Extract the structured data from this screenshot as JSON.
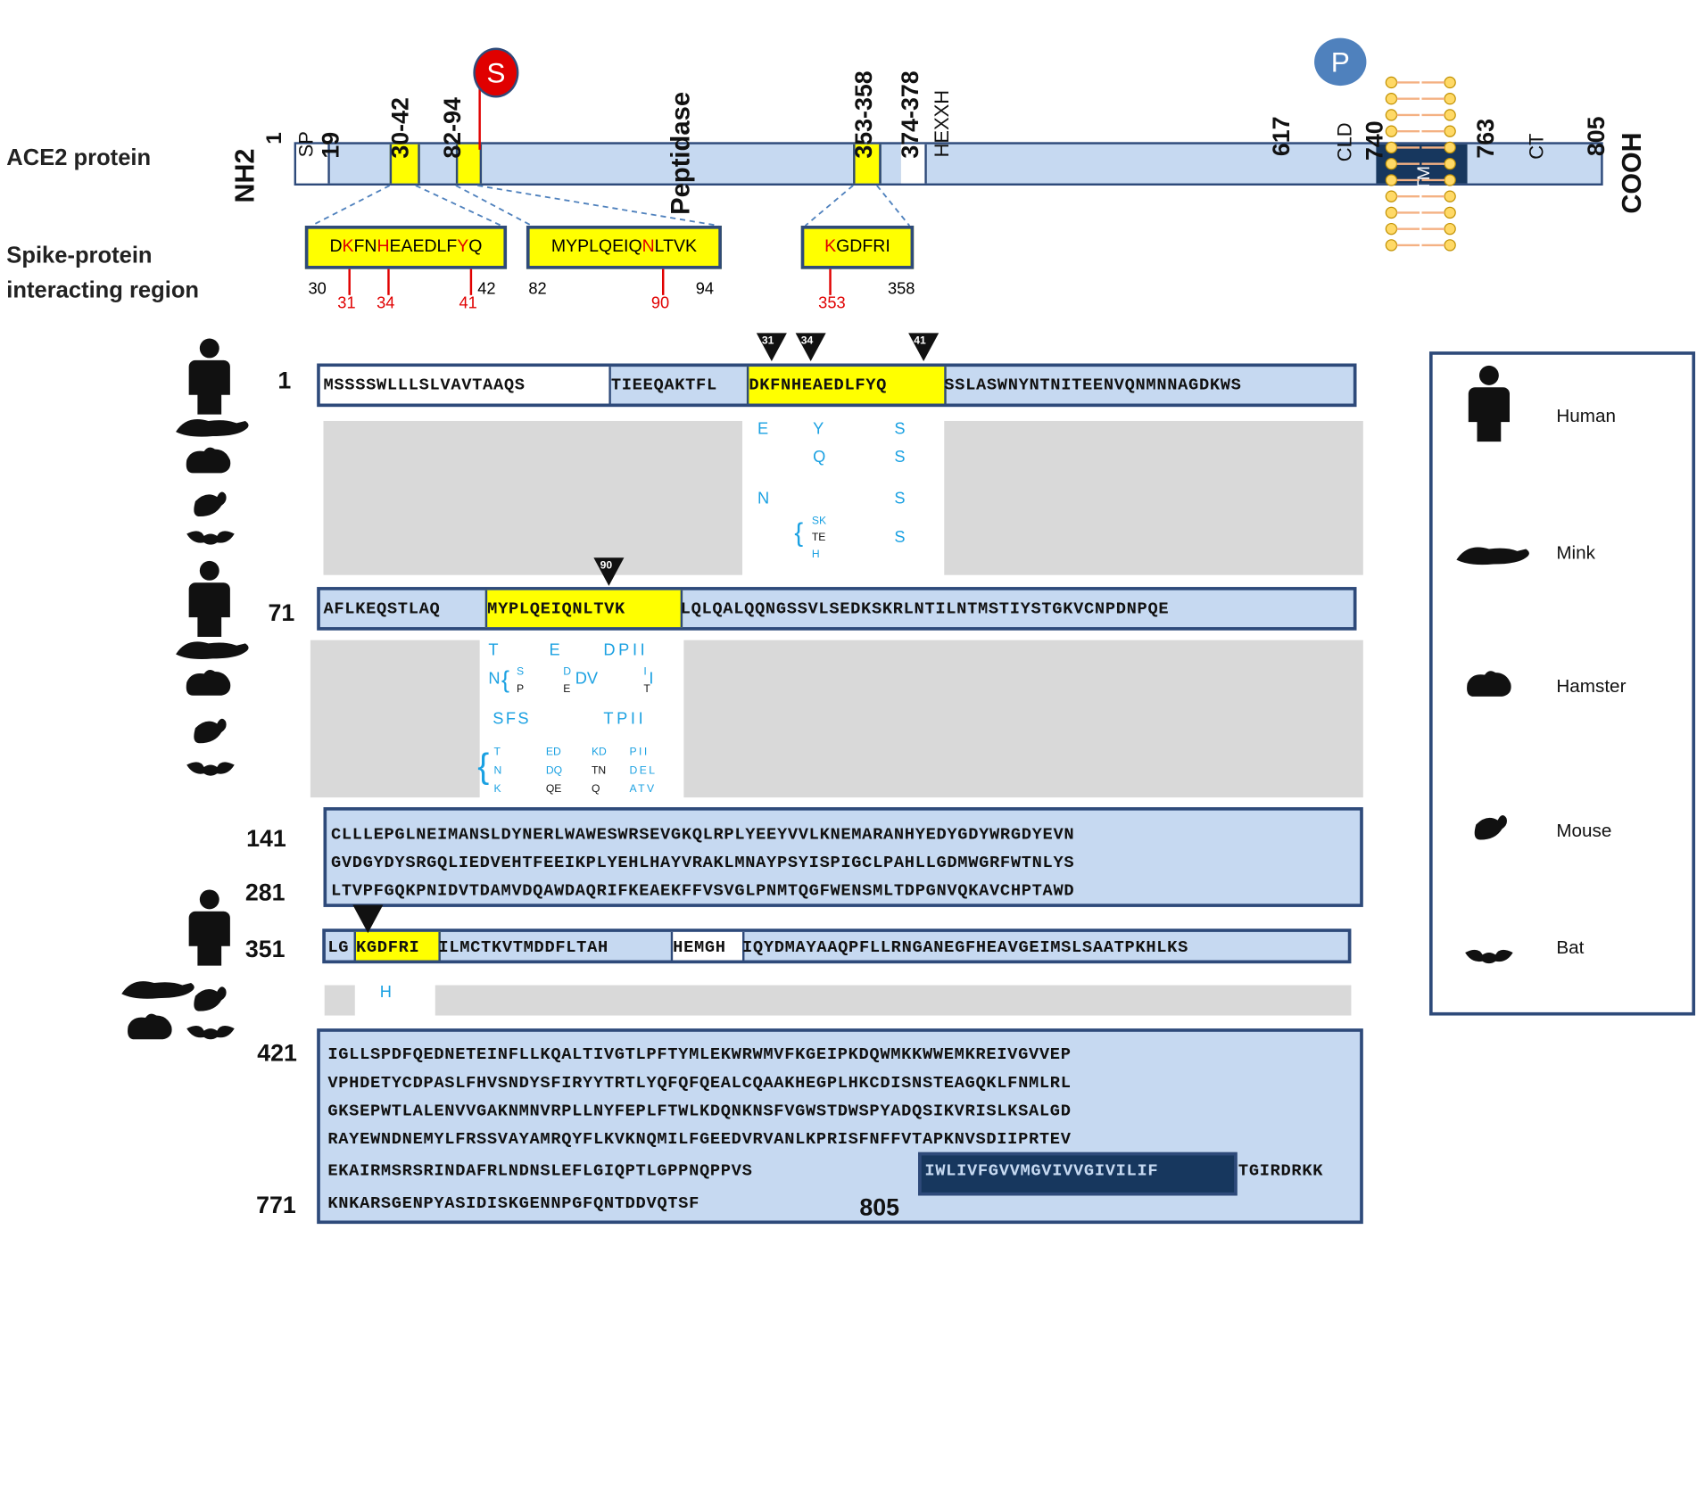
{
  "labels": {
    "protein": "ACE2 protein",
    "spike_line1": "Spike-protein",
    "spike_line2": "interacting region",
    "nh2": "NH2",
    "cooh": "COOH"
  },
  "domain_labels": {
    "p1": "1",
    "sp": "SP",
    "p19": "19",
    "p30_42": "30-42",
    "p82_94": "82-94",
    "peptidase": "Peptidase",
    "p353_358": "353-358",
    "p374_378": "374-378",
    "hexxh": "HEXXH",
    "p617": "617",
    "cld": "CLD",
    "p740": "740",
    "p763": "763",
    "ct": "CT",
    "p805": "805",
    "tm": "TM",
    "s_badge": "S",
    "p_badge": "P"
  },
  "regions": [
    {
      "seq": "DKFNHEAEDLFYQ",
      "start": "30",
      "end": "42",
      "marks": [
        "31",
        "34",
        "41"
      ]
    },
    {
      "seq": "MYPLQEIQNLTVK",
      "start": "82",
      "end": "94",
      "marks": [
        "90"
      ]
    },
    {
      "seq": "KGDFRI",
      "start": "353",
      "end": "358",
      "marks": [
        "353"
      ]
    }
  ],
  "row_numbers": {
    "r1": "1",
    "r71": "71",
    "r141": "141",
    "r281": "281",
    "r351": "351",
    "r421": "421",
    "r771": "771",
    "r805": "805"
  },
  "sequence": {
    "row1_a": "MSSSSWLLLSLVAVTAAQS",
    "row1_b": "TIEEQAKTFL",
    "row1_hl": "DKFNHEAEDLFYQ",
    "row1_c": "SSLASWNYNTNITEENVQNMNNAGDKWS",
    "row71_a": "AFLKEQSTLAQ",
    "row71_hl": "MYPLQEIQNLTVK",
    "row71_b": "LQLQALQQNGSSVLSEDKSKRLNTILNTMSTIYSTGKVCNPDNPQE",
    "block141": [
      "CLLLEPGLNEIMANSLDYNERLWAWESWRSEVGKQLRPLYEEYVVLKNEMARANHYEDYGDYWRGDYEVN",
      "GVDGYDYSRGQLIEDVEHTFEEIKPLYEHLHAYVRAKLMNAYPSYISPIGCLPAHLLGDMWGRFWTNLYS",
      "LTVPFGQKPNIDVTDAMVDQAWDAQRIFKEAEKFFVSVGLPNMTQGFWENSMLTDPGNVQKAVCHPTAWD"
    ],
    "row351_a": "LG",
    "row351_hl": "KGDFRI",
    "row351_b": "ILMCTKVTMDDFLTAH",
    "row351_w": "HEMGH",
    "row351_c": "IQYDMAYAAQPFLLRNGANEGFHEAVGEIMSLSAATPKHLKS",
    "block421": [
      "IGLLSPDFQEDNETEINFLLKQALTIVGTLPFTYMLEKWRWMVFKGEIPKDQWMKKWWEMKREIVGVVEP",
      "VPHDETYCDPASLFHVSNDYSFIRYYTRTLYQFQFQEALCQAAKHEGPLHKCDISNSTEAGQKLFNMLRL",
      "GKSEPWTLALENVVGAKNMNVRPLLNYFEPLFTWLKDQNKNSFVGWSTDWSPYADQSIKVRISLKSALGD",
      "RAYEWNDNEMYLFRSSVAYAMRQYFLKVKNQMILFGEEDVRVANLKPRISFNFFVTAPKNVSDIIPRTEV"
    ],
    "row_tm_a": "EKAIRMSRSRINDAFRLNDNSLEFLGIQPTLGPPNQPPVS",
    "row_tm_hl": "IWLIVFGVVMGVIVVGIVILIF",
    "row_tm_b": "TGIRDRKK",
    "row771": "KNKARSGENPYASIDISKGENNPGFQNTDDVQTSF"
  },
  "variants": {
    "r1": [
      "E",
      "Y",
      "S",
      "Q",
      "S",
      "N",
      "S",
      "SK",
      "TE",
      "H",
      "S"
    ],
    "r71": [
      "T",
      "E",
      "DPII",
      "N",
      "S",
      "P",
      "DV",
      "E",
      "I",
      "T",
      "I",
      "SFS",
      "TPII",
      "T",
      "N",
      "K",
      "ED",
      "DQ",
      "QE",
      "KD",
      "TN",
      "Q",
      "PII",
      "DEL",
      "ATV"
    ],
    "r351": [
      "H"
    ]
  },
  "legend": [
    "Human",
    "Mink",
    "Hamster",
    "Mouse",
    "Bat"
  ],
  "colors": {
    "highlight": "#ffff00",
    "box": "#c6d9f1",
    "border": "#2e4a7a",
    "variant": "#1ba1e2",
    "red": "#e00000",
    "tm": "#17375e"
  }
}
